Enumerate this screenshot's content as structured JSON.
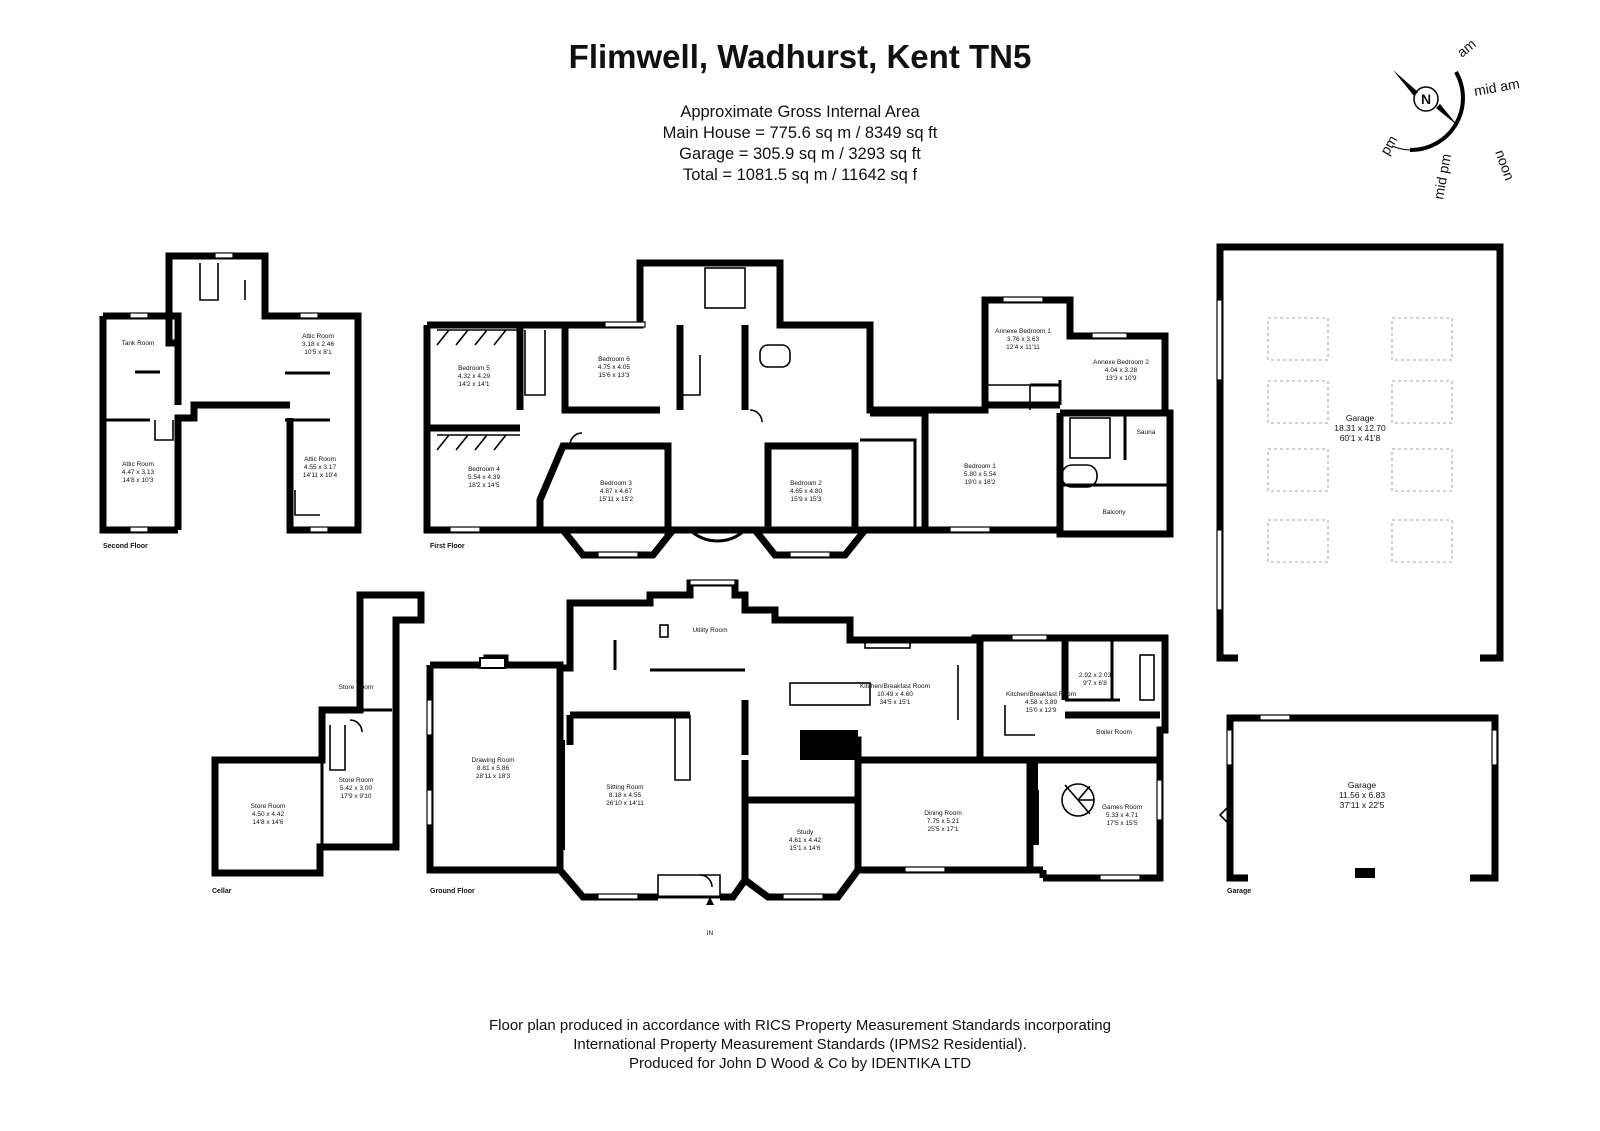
{
  "header": {
    "title": "Flimwell, Wadhurst, Kent TN5",
    "area_heading": "Approximate Gross Internal Area",
    "area_lines": [
      "Main House = 775.6 sq m / 8349 sq ft",
      "Garage = 305.9 sq m / 3293 sq ft",
      "Total = 1081.5 sq m / 11642 sq f"
    ]
  },
  "compass": {
    "north": "N",
    "labels": [
      "am",
      "mid am",
      "noon",
      "mid pm",
      "pm"
    ]
  },
  "floors": {
    "second": "Second Floor",
    "first": "First Floor",
    "cellar": "Cellar",
    "ground": "Ground Floor",
    "garage": "Garage"
  },
  "rooms": {
    "tank_room": {
      "name": "Tank Room"
    },
    "attic_room_a": {
      "name": "Attic Room",
      "metric": "3.18 x 2.46",
      "imperial": "10'5 x 8'1"
    },
    "attic_room_b": {
      "name": "Attic Room",
      "metric": "4.47 x 3.13",
      "imperial": "14'8 x 10'3"
    },
    "attic_room_c": {
      "name": "Attic Room",
      "metric": "4.55 x 3.17",
      "imperial": "14'11 x 10'4"
    },
    "bedroom_5": {
      "name": "Bedroom 5",
      "metric": "4.32 x 4.29",
      "imperial": "14'2 x 14'1"
    },
    "bedroom_6": {
      "name": "Bedroom 6",
      "metric": "4.75 x 4.05",
      "imperial": "15'6 x 13'3"
    },
    "bedroom_4": {
      "name": "Bedroom 4",
      "metric": "5.54 x 4.39",
      "imperial": "18'2 x 14'5"
    },
    "bedroom_3": {
      "name": "Bedroom 3",
      "metric": "4.87 x 4.67",
      "imperial": "15'11 x 15'2"
    },
    "bedroom_2": {
      "name": "Bedroom 2",
      "metric": "4.65 x 4.80",
      "imperial": "15'9 x 15'3"
    },
    "annexe_bedroom_1": {
      "name": "Annexe Bedroom 1",
      "metric": "3.76 x 3.63",
      "imperial": "12'4 x 11'11"
    },
    "annexe_bedroom_2": {
      "name": "Annexe Bedroom 2",
      "metric": "4.04 x 3.28",
      "imperial": "13'3 x 10'9"
    },
    "sauna": {
      "name": "Sauna"
    },
    "bedroom_1": {
      "name": "Bedroom 1",
      "metric": "5.80 x 5.54",
      "imperial": "19'0 x 18'2"
    },
    "balcony": {
      "name": "Balcony"
    },
    "garage_large": {
      "name": "Garage",
      "metric": "18.31 x 12.70",
      "imperial": "60'1 x 41'8"
    },
    "store_room_top": {
      "name": "Store Room"
    },
    "store_room_mid": {
      "name": "Store Room",
      "metric": "5.42 x 3.00",
      "imperial": "17'9 x 9'10"
    },
    "store_room_big": {
      "name": "Store Room",
      "metric": "4.50 x 4.42",
      "imperial": "14'8 x 14'6"
    },
    "utility_room": {
      "name": "Utility Room"
    },
    "drawing_room": {
      "name": "Drawing Room",
      "metric": "8.81 x 5.86",
      "imperial": "28'11 x 18'3"
    },
    "sitting_room": {
      "name": "Sitting Room",
      "metric": "8.18 x 4.55",
      "imperial": "26'10 x 14'11"
    },
    "kitchen_breakfast_1": {
      "name": "Kitchen/Breakfast Room",
      "metric": "10.49 x 4.60",
      "imperial": "34'5 x 15'1"
    },
    "kitchen_breakfast_2": {
      "name": "Kitchen/Breakfast Room",
      "metric": "4.58 x 3.89",
      "imperial": "15'0 x 12'9"
    },
    "small_room": {
      "metric": "2.92 x 2.03",
      "imperial": "9'7 x 6'8"
    },
    "boiler_room": {
      "name": "Boiler Room"
    },
    "study": {
      "name": "Study",
      "metric": "4.61 x 4.42",
      "imperial": "15'1 x 14'6"
    },
    "dining_room": {
      "name": "Dining Room",
      "metric": "7.75 x 5.21",
      "imperial": "25'5 x 17'1"
    },
    "games_room": {
      "name": "Games Room",
      "metric": "5.33 x 4.71",
      "imperial": "17'5 x 15'5"
    },
    "garage_small": {
      "name": "Garage",
      "metric": "11.56 x 6.83",
      "imperial": "37'11 x 22'5"
    }
  },
  "entrance_label": "IN",
  "footer": {
    "lines": [
      "Floor plan produced in accordance with RICS Property Measurement Standards incorporating",
      "International Property Measurement Standards (IPMS2 Residential).",
      "Produced for John D Wood & Co by IDENTIKA LTD"
    ]
  }
}
